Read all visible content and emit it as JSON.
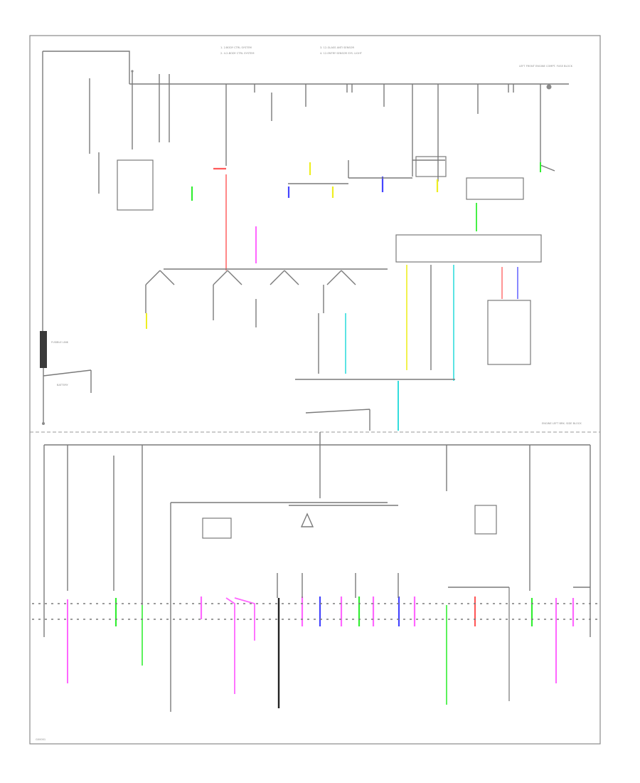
{
  "legend": {
    "row1_left": "1. 2-BODY CTRL SYSTEM",
    "row1_right": "3. 12-GLASS ANTI SENSOR",
    "row2_left": "2. 4-2-BODY CTRL SYSTEM",
    "row2_right": "4. 12-ENTRY SENSOR SYS. LIGHT"
  },
  "labels": {
    "top_right": "LEFT FRONT ENGINE COMPT. FUSE BLOCK",
    "mid_right": "ENGINE LEFT BRK. SIDE BLOCK",
    "batt": "BATTERY",
    "fusible": "FUSIBLE LINK",
    "footer": "G00001"
  },
  "wire_colors": {
    "pink": "#ff66ff",
    "red": "#ff5a5a",
    "green": "#33ee33",
    "yellow": "#eeee22",
    "blue": "#4444ff",
    "cyan": "#33dddd",
    "black": "#222222",
    "grey": "#888888"
  }
}
